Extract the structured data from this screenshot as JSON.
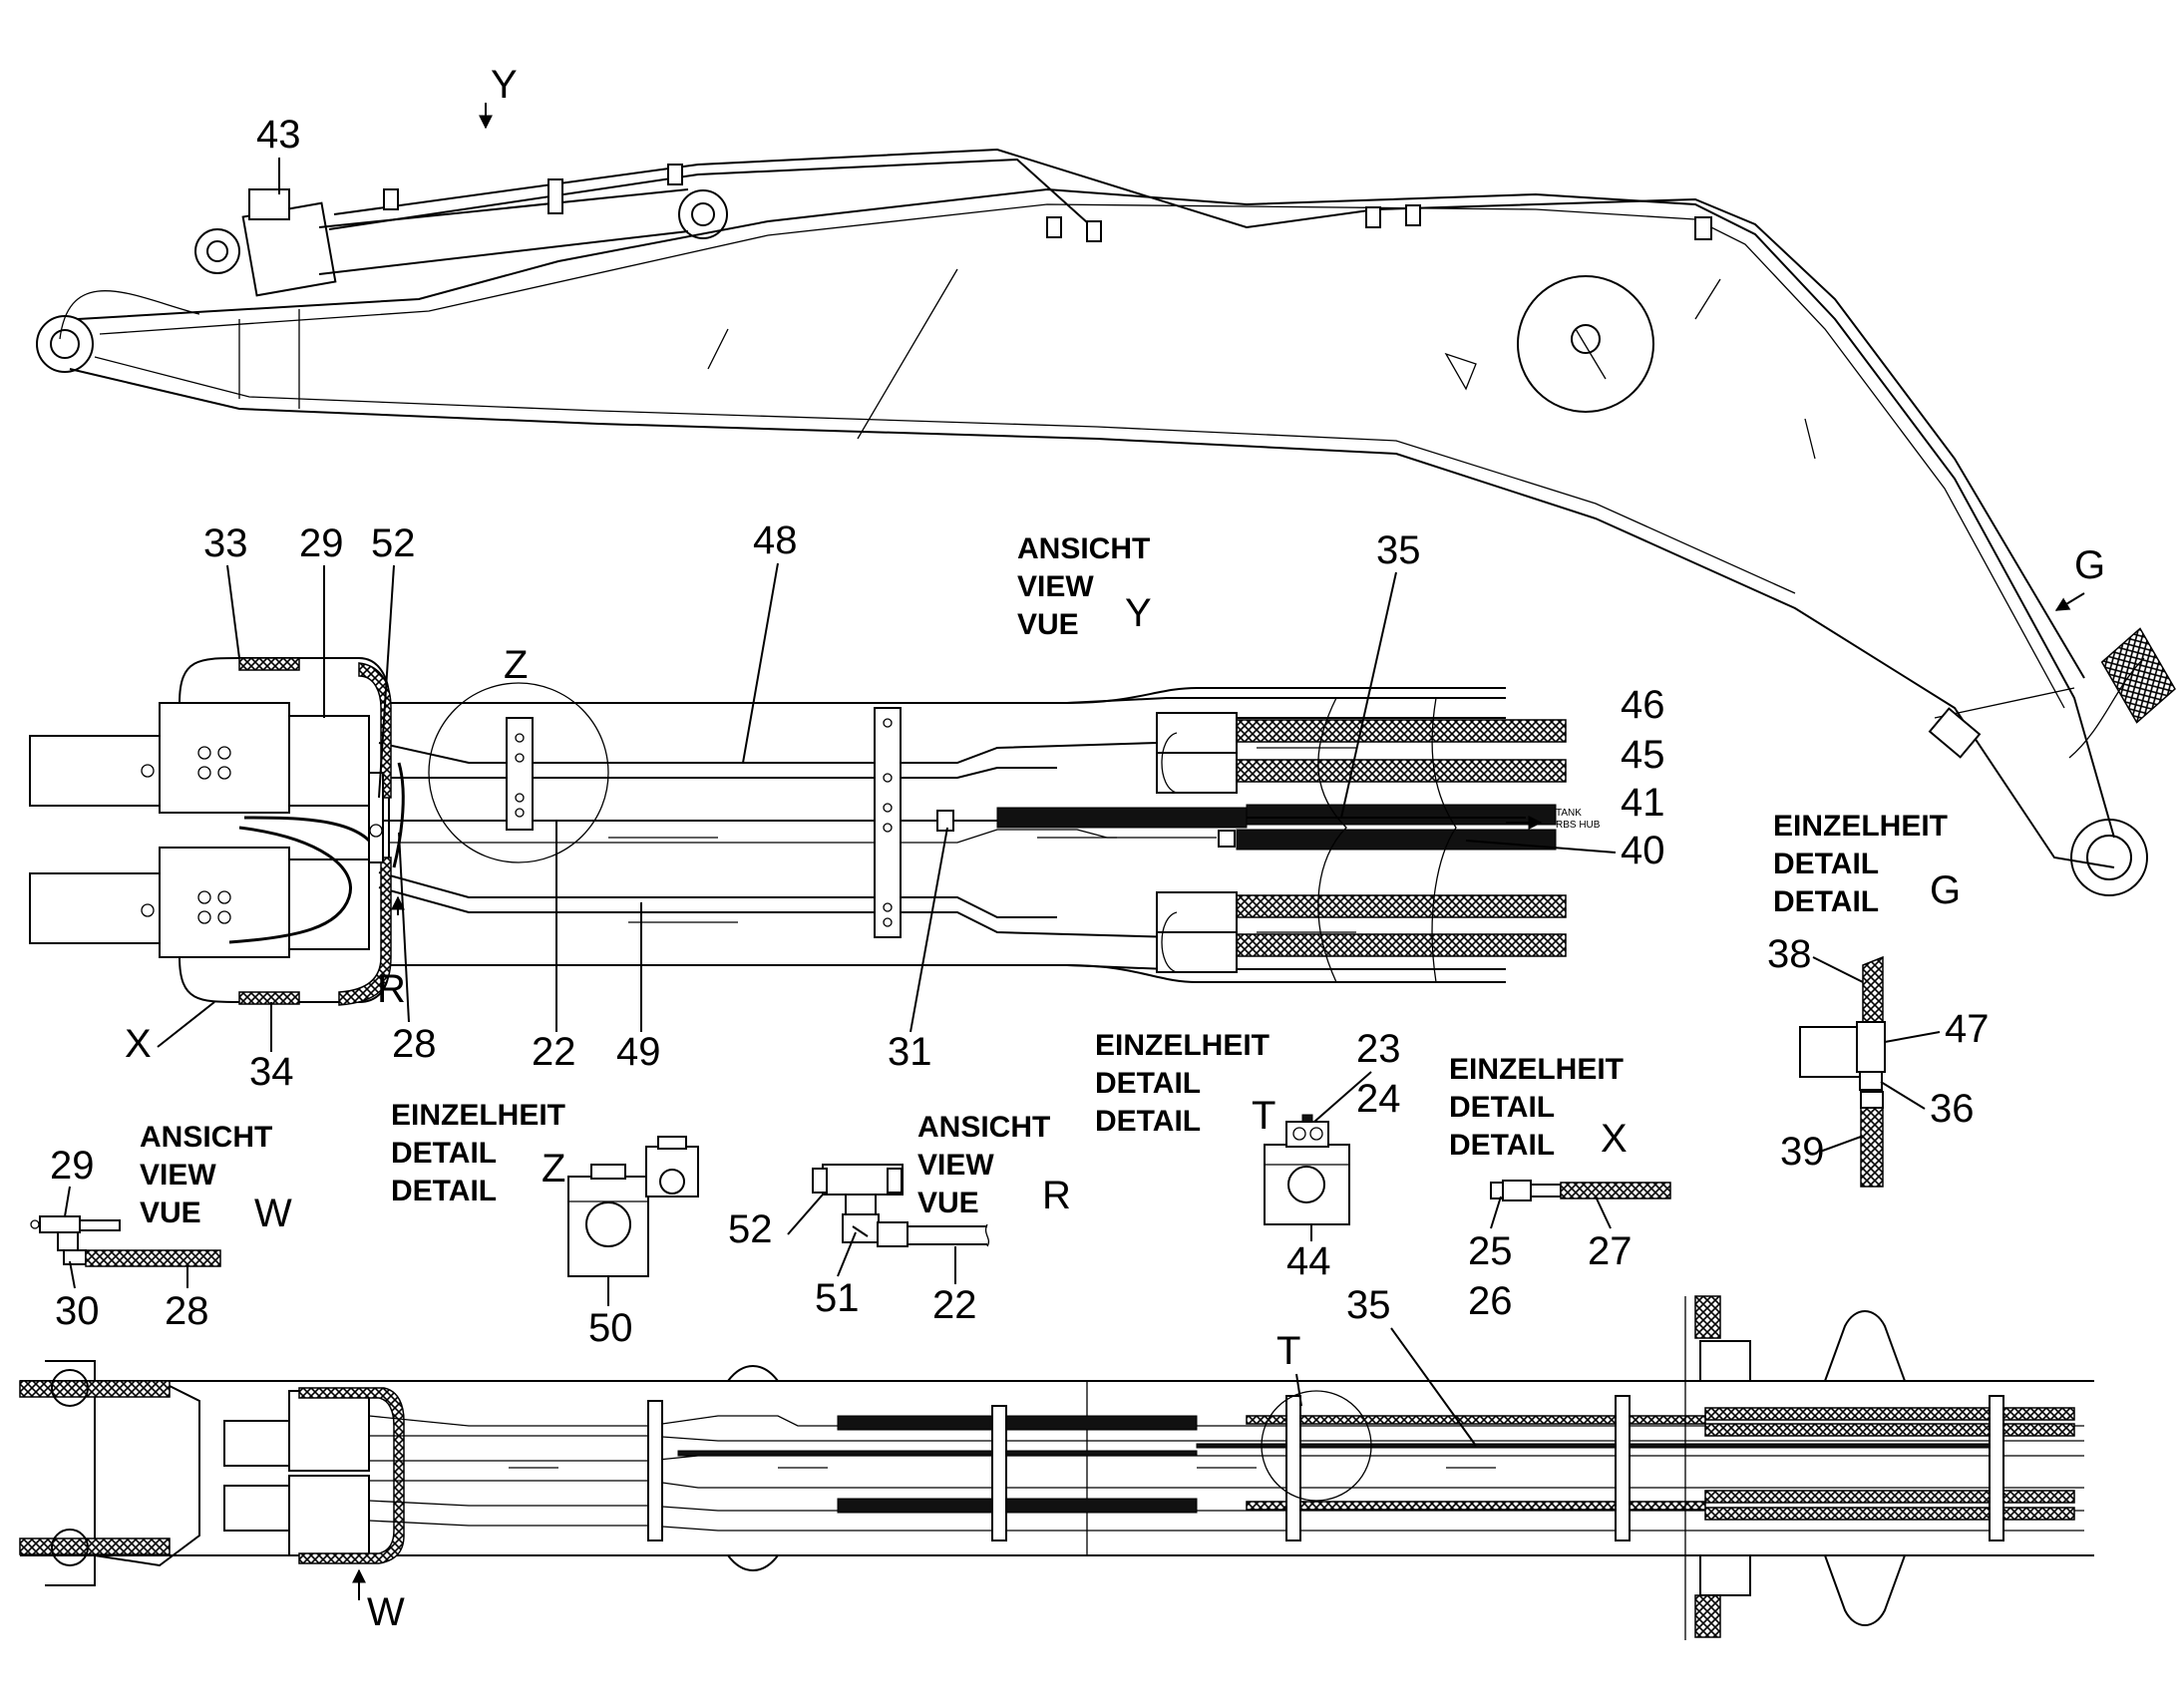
{
  "labels": {
    "n43": "43",
    "y_top": "Y",
    "g_top": "G",
    "n33": "33",
    "n29": "29",
    "n52": "52",
    "n48": "48",
    "z_circle": "Z",
    "n35": "35",
    "n46": "46",
    "n45": "45",
    "n41": "41",
    "n40": "40",
    "tank_1": "TANK",
    "tank_2": "RBS HUB",
    "x_main": "X",
    "n34": "34",
    "r_main": "R",
    "n28": "28",
    "n22": "22",
    "n49": "49",
    "n31": "31",
    "viewY_1": "ANSICHT",
    "viewY_2": "VIEW",
    "viewY_3": "VUE",
    "viewY_letter": "Y",
    "detG_1": "EINZELHEIT",
    "detG_2": "DETAIL",
    "detG_3": "DETAIL",
    "detG_letter": "G",
    "n38": "38",
    "n47": "47",
    "n36": "36",
    "n39": "39",
    "viewW_1": "ANSICHT",
    "viewW_2": "VIEW",
    "viewW_3": "VUE",
    "viewW_letter": "W",
    "w_n29": "29",
    "w_n30": "30",
    "w_n28": "28",
    "detZ_1": "EINZELHEIT",
    "detZ_2": "DETAIL",
    "detZ_3": "DETAIL",
    "detZ_letter": "Z",
    "n50": "50",
    "viewR_1": "ANSICHT",
    "viewR_2": "VIEW",
    "viewR_3": "VUE",
    "viewR_letter": "R",
    "r_n52": "52",
    "r_n51": "51",
    "r_n22": "22",
    "detT_1": "EINZELHEIT",
    "detT_2": "DETAIL",
    "detT_3": "DETAIL",
    "detT_letter": "T",
    "n23": "23",
    "n24": "24",
    "n44": "44",
    "detX_1": "EINZELHEIT",
    "detX_2": "DETAIL",
    "detX_3": "DETAIL",
    "detX_letter": "X",
    "n25": "25",
    "n26": "26",
    "n27": "27",
    "bot_n35": "35",
    "bot_t": "T",
    "bot_w": "W"
  }
}
